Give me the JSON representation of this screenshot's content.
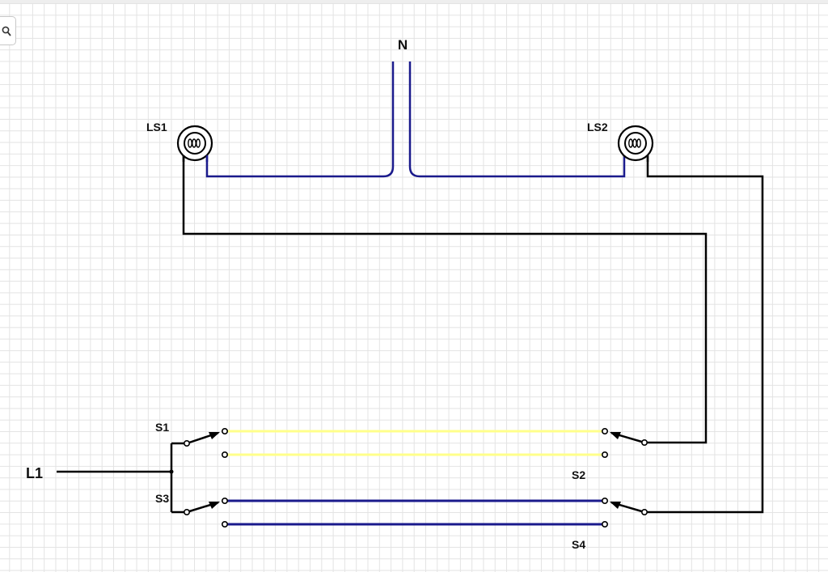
{
  "toolbar": {
    "zoom_icon": "magnifier-icon"
  },
  "diagram": {
    "neutral_label": "N",
    "line_label": "L1",
    "lamps": [
      {
        "label": "LS1"
      },
      {
        "label": "LS2"
      }
    ],
    "switches": [
      {
        "label": "S1"
      },
      {
        "label": "S2"
      },
      {
        "label": "S3"
      },
      {
        "label": "S4"
      }
    ],
    "colors": {
      "phase": "#000000",
      "neutral": "#1a1a8c",
      "traveler_a": "#ffff8a",
      "traveler_b": "#1a1a8c",
      "grid": "#e3e3e3"
    }
  }
}
